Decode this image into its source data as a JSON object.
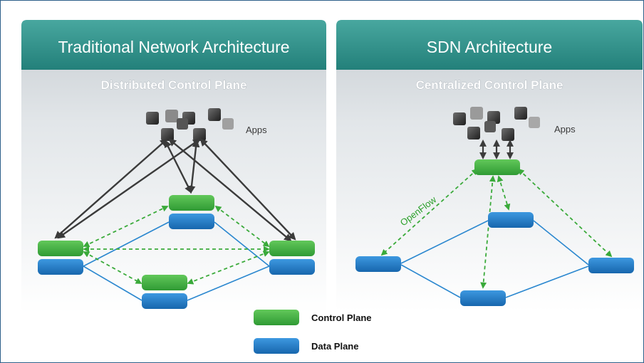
{
  "panels": {
    "left": {
      "title": "Traditional Network Architecture",
      "subtitle": "Distributed Control Plane",
      "apps_label": "Apps"
    },
    "right": {
      "title": "SDN Architecture",
      "subtitle": "Centralized Control Plane",
      "apps_label": "Apps",
      "protocol_label": "OpenFlow"
    }
  },
  "legend": {
    "control_plane": "Control Plane",
    "data_plane": "Data Plane"
  },
  "colors": {
    "header_teal": "#2f8d86",
    "control_plane_green": "#3fb33f",
    "data_plane_blue": "#2a84d0",
    "link_blue": "#2a87cf",
    "control_link_green": "#3aaa3a",
    "app_arrow": "#3b3b3b"
  },
  "icons": {
    "apps": "app-cube-cluster",
    "control_plane": "green-cylinder",
    "data_plane": "blue-cylinder"
  }
}
